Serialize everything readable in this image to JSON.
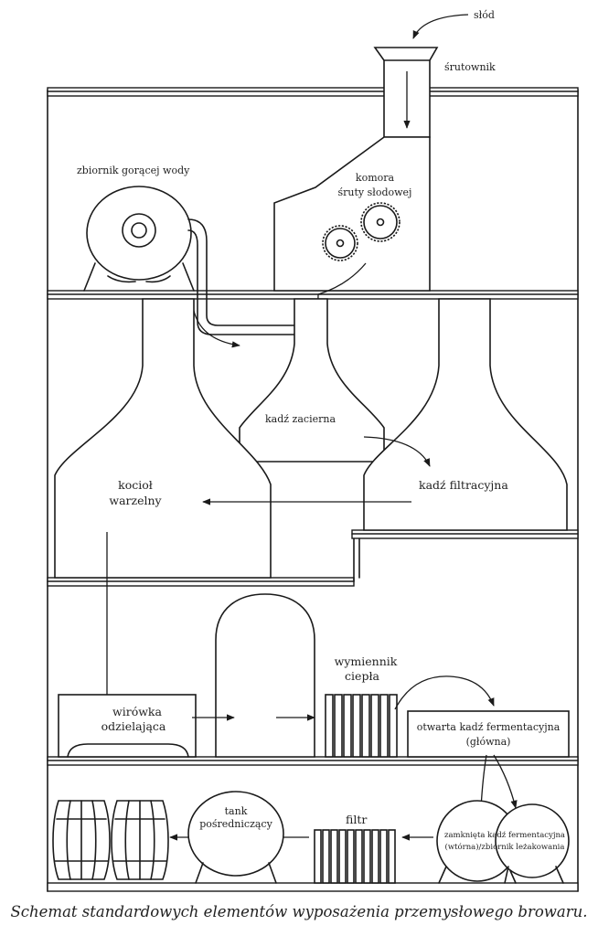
{
  "labels": {
    "slod": "słód",
    "srutownik": "śrutownik",
    "zbiornik": "zbiornik gorącej wody",
    "komora_1": "komora",
    "komora_2": "śruty słodowej",
    "kadz_zacierna": "kadź zacierna",
    "kociol_1": "kocioł",
    "kociol_2": "warzelny",
    "kadz_filtracyjna": "kadź filtracyjna",
    "wymiennik_1": "wymiennik",
    "wymiennik_2": "ciepła",
    "wirowka_1": "wirówka",
    "wirowka_2": "odzielająca",
    "otwarta_1": "otwarta kadź fermentacyjna",
    "otwarta_2": "(główna)",
    "tank_1": "tank",
    "tank_2": "pośredniczący",
    "filtr": "filtr",
    "zamknieta_1": "zamknięta kadź fermentacyjna",
    "zamknieta_2": "(wtórna)/zbiornik leżakowania"
  },
  "caption": "Schemat standardowych elementów wyposażenia przemysłowego browaru.",
  "colors": {
    "ink": "#1a1a1a",
    "paper": "#ffffff"
  }
}
